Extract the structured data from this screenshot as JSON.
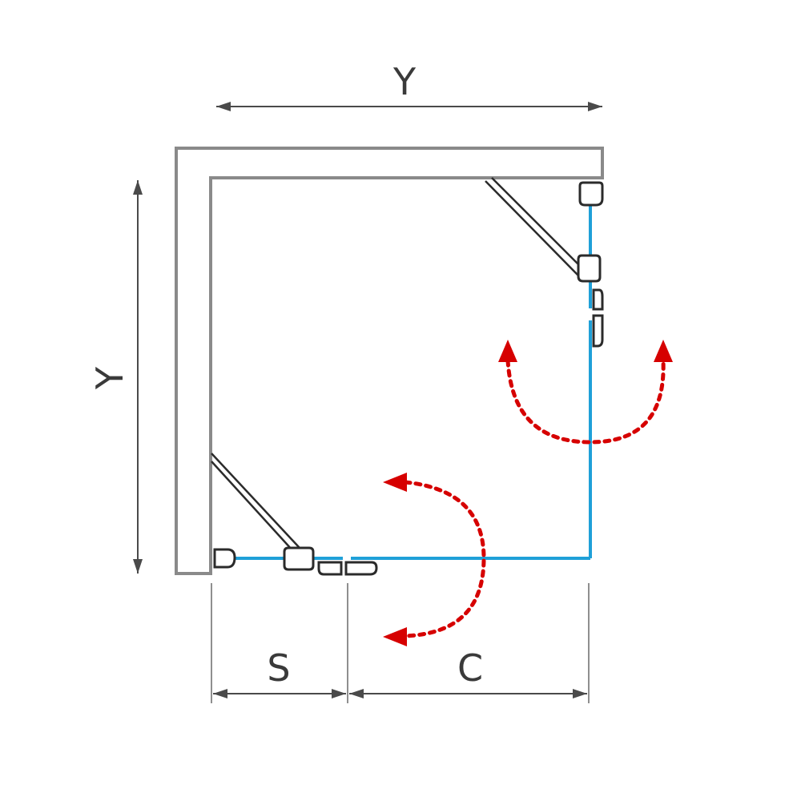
{
  "dimensions": {
    "top_width": "Y",
    "left_depth": "Y",
    "fixed_segment": "S",
    "door_segment": "C"
  },
  "colors": {
    "glass": "#1fa0d8",
    "wall": "#8a8a8a",
    "swing_arrow": "#d60000",
    "dimension_line": "#4a4a4a"
  }
}
